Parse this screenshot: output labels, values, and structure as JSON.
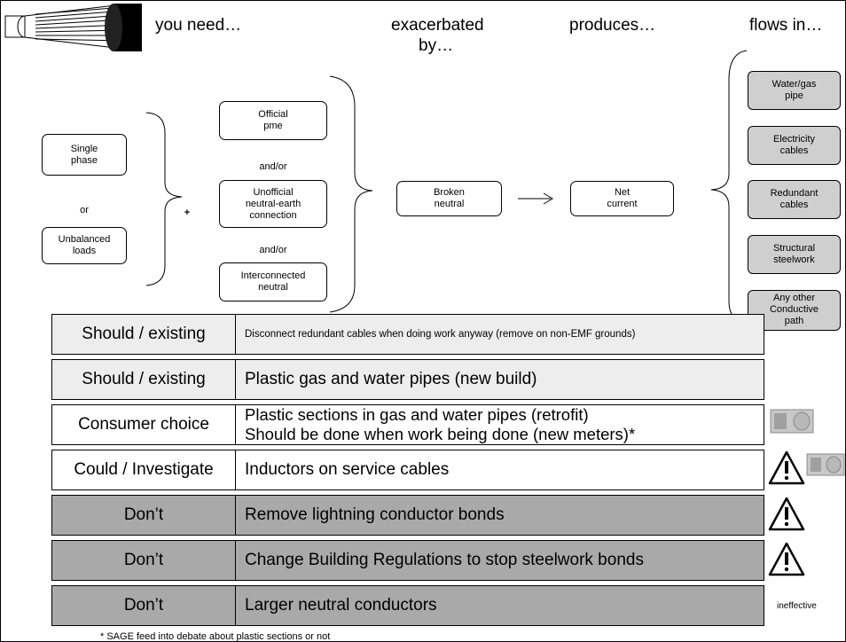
{
  "headers": {
    "you_need": "you need…",
    "exacerbated": "exacerbated",
    "by": "by…",
    "produces": "produces…",
    "flows_in": "flows in…"
  },
  "sources": {
    "single_phase": [
      "Single",
      "phase"
    ],
    "or": "or",
    "unbalanced": [
      "Unbalanced",
      "loads"
    ],
    "plus": "+"
  },
  "earthing": {
    "official": [
      "Official",
      "pme"
    ],
    "andor1": "and/or",
    "unofficial": [
      "Unofficial",
      "neutral-earth",
      "connection"
    ],
    "andor2": "and/or",
    "interconnected": [
      "Interconnected",
      "neutral"
    ]
  },
  "broken_neutral": [
    "Broken",
    "neutral"
  ],
  "net_current": [
    "Net",
    "current"
  ],
  "paths": [
    [
      "Water/gas",
      "pipe"
    ],
    [
      "Electricity",
      "cables"
    ],
    [
      "Redundant",
      "cables"
    ],
    [
      "Structural",
      "steelwork"
    ],
    [
      "Any other",
      "Conductive",
      "path"
    ]
  ],
  "rows": [
    {
      "status": "Should / existing",
      "action": [
        "Disconnect redundant cables when doing work anyway (remove on non-EMF grounds)"
      ],
      "style": "light",
      "small": true
    },
    {
      "status": "Should / existing",
      "action": [
        "Plastic gas and water pipes (new build)"
      ],
      "style": "light"
    },
    {
      "status": "Consumer choice",
      "action": [
        "Plastic sections in gas and water pipes (retrofit)",
        "Should be done when work being done (new meters)*"
      ],
      "style": "white"
    },
    {
      "status": "Could / Investigate",
      "action": [
        "Inductors on service cables"
      ],
      "style": "white"
    },
    {
      "status": "Don’t",
      "action": [
        "Remove lightning conductor bonds"
      ],
      "style": "dark"
    },
    {
      "status": "Don’t",
      "action": [
        "Change Building Regulations to stop steelwork bonds"
      ],
      "style": "dark"
    },
    {
      "status": "Don’t",
      "action": [
        "Larger neutral conductors"
      ],
      "style": "dark"
    }
  ],
  "side_notes": {
    "ineffective": "ineffective"
  },
  "footnote": "* SAGE feed into debate about plastic sections or not",
  "icons": [
    "cable-logo-icon",
    "arrow-right-icon",
    "banknote-icon",
    "warning-triangle-icon"
  ],
  "colors": {
    "light_row": "#ededed",
    "dark_row": "#a9a9a9",
    "path_box": "#cfcfcf"
  }
}
